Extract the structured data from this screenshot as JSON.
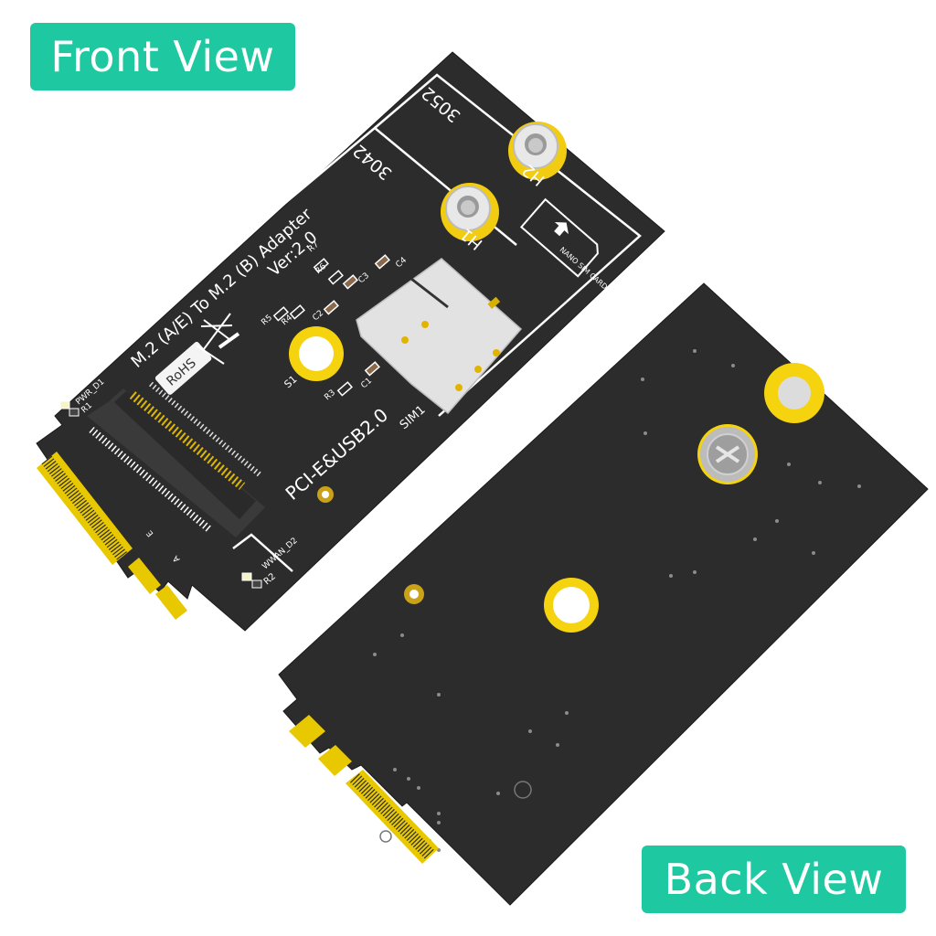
{
  "labels": {
    "front": "Front View",
    "back": "Back View"
  },
  "front_board": {
    "title_line1": "M.2 (A/E) To M.2 (B) Adapter",
    "title_line2": "Ver:2.0",
    "interface": "PCI-E&USB2.0",
    "rohs": "RoHS",
    "sim_slot": "SIM1",
    "sim_card_hint": "NANO SIM CARD",
    "sizes": [
      "3042",
      "3052"
    ],
    "holes": [
      "H1",
      "H2"
    ],
    "components": [
      "R1",
      "R2",
      "R3",
      "R4",
      "R5",
      "R6",
      "R7",
      "C1",
      "C2",
      "C3",
      "C4",
      "S1"
    ],
    "leds": [
      "PWR_D1",
      "WWAN_D2"
    ],
    "key_labels": [
      "E",
      "A"
    ]
  },
  "colors": {
    "badge": "#1ec8a0",
    "pcb": "#2e2e2e",
    "gold": "#f5d30f",
    "silkscreen": "#ffffff",
    "metal": "#d8d8d8"
  }
}
